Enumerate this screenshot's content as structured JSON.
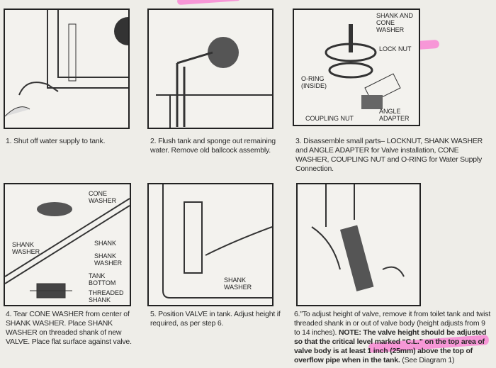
{
  "steps": [
    {
      "caption": "1.  Shut off water supply to tank."
    },
    {
      "caption": "2.  Flush tank and sponge out remaining water. Remove old ballcock assembly."
    },
    {
      "caption": "3.  Disassemble small parts– LOCKNUT, SHANK WASHER and ANGLE ADAPTER for Valve installation, CONE WASHER, COUPLING NUT and O-RING for Water Supply Connection.",
      "labels": {
        "shank_cone": "SHANK AND CONE WASHER",
        "lock_nut": "LOCK NUT",
        "o_ring": "O-RING (INSIDE)",
        "coupling_nut": "COUPLING NUT",
        "angle_adapter": "ANGLE ADAPTER"
      }
    },
    {
      "caption": "4. Tear CONE WASHER from center of SHANK WASHER. Place SHANK WASHER on threaded shank of new VALVE. Place flat surface against valve.",
      "labels": {
        "cone_washer": "CONE WASHER",
        "shank_washer": "SHANK WASHER",
        "shank": "SHANK",
        "shank_washer2": "SHANK WASHER",
        "tank_bottom": "TANK BOTTOM",
        "threaded_shank": "THREADED SHANK"
      }
    },
    {
      "caption": "5. Position VALVE in tank. Adjust height if required, as per step 6.",
      "labels": {
        "shank_washer": "SHANK WASHER"
      }
    },
    {
      "caption_a": "6.\"To adjust height of valve, remove it from toilet tank and twist threaded shank in or out of valve body (height adjusts from 9 to 14 inches).",
      "caption_b": "NOTE: The valve height should be adjusted so that the critical level marked “C.L.” on the top area of valve body is at least 1 inch (25mm) above the top of overflow pipe when in the tank.",
      "caption_c": "(See Diagram 1)"
    }
  ]
}
